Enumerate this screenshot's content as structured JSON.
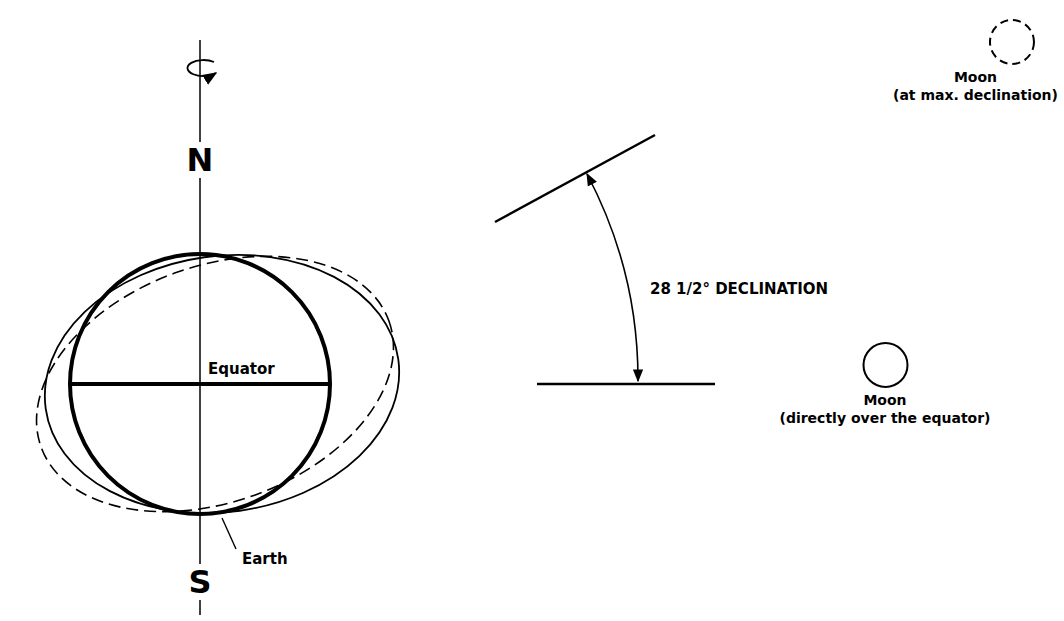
{
  "diagram": {
    "nodes": [
      {
        "text": [
          "Moon",
          "(at max. declination)"
        ]
      },
      {
        "text": [
          "Moon",
          "(directly over the equator)"
        ]
      }
    ],
    "labels": [
      "N",
      "Equator",
      "Earth",
      "S",
      "28 1/2° DECLINATION"
    ]
  }
}
